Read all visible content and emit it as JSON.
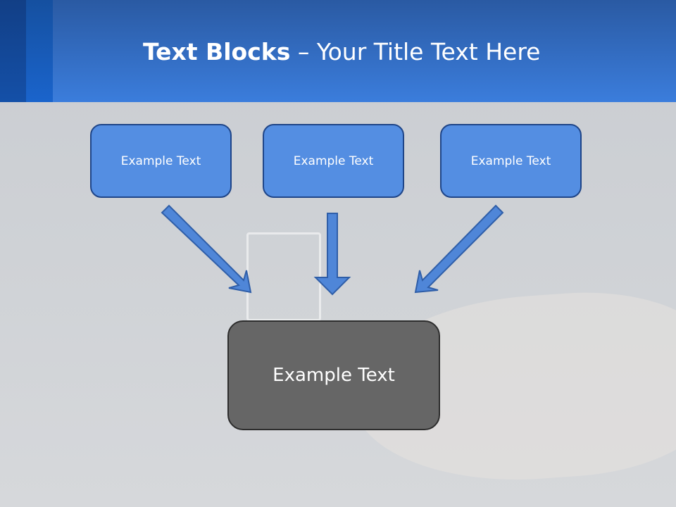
{
  "title": {
    "bold": "Text Blocks",
    "rest": " – Your Title Text Here"
  },
  "boxes": [
    {
      "label": "Example Text"
    },
    {
      "label": "Example Text"
    },
    {
      "label": "Example Text"
    }
  ],
  "result_box": {
    "label": "Example Text"
  },
  "colors": {
    "header": "#3b7ddc",
    "box_fill": "#548ee2",
    "box_border": "#1f4588",
    "result_fill": "#666666"
  }
}
